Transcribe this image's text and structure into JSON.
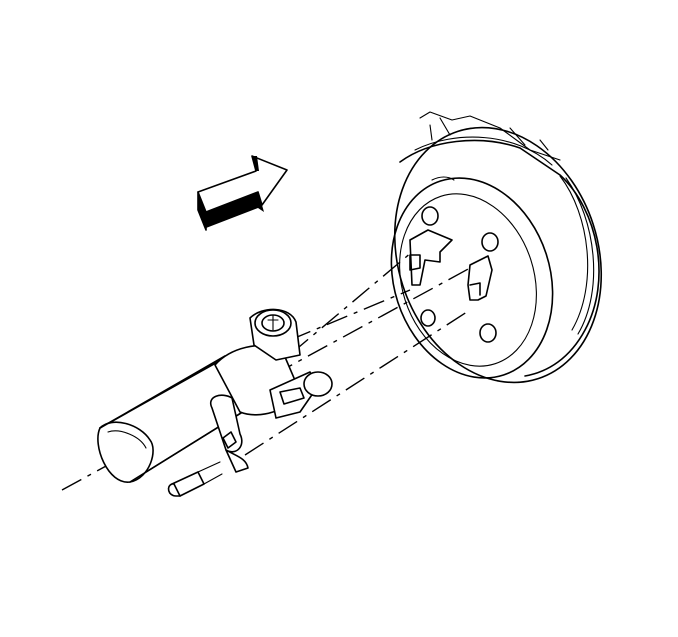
{
  "diagram": {
    "type": "line-art-illustration",
    "subject": "",
    "parts": [
      {
        "name": "brake-drum-flange",
        "icon": "drum-flange-icon"
      },
      {
        "name": "pinion-yoke-straps",
        "icon": "strap-icon"
      },
      {
        "name": "propeller-shaft",
        "icon": "shaft-icon"
      },
      {
        "name": "universal-joint-yoke",
        "icon": "yoke-icon"
      },
      {
        "name": "strap-bolt",
        "icon": "bolt-icon"
      },
      {
        "name": "direction-arrow",
        "icon": "arrow-right-icon"
      }
    ],
    "colors": {
      "line": "#000000",
      "background": "#ffffff",
      "arrow_fill": "#ffffff"
    }
  }
}
